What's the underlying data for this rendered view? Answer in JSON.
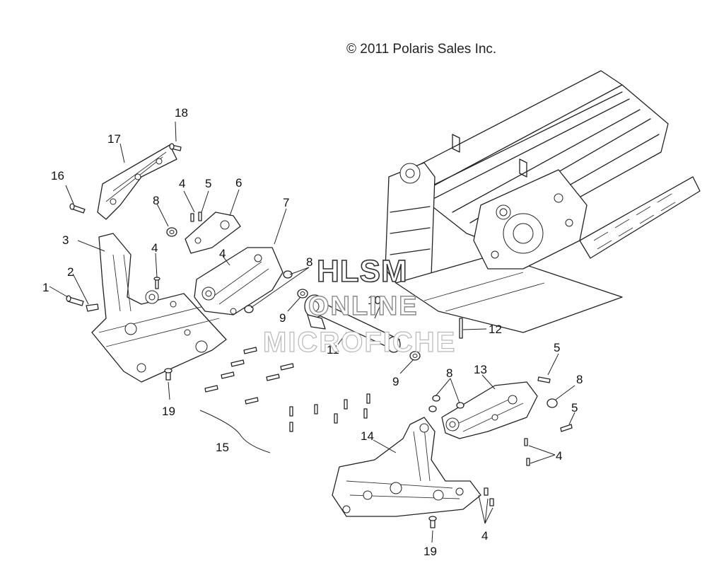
{
  "copyright": "© 2011 Polaris Sales Inc.",
  "watermark": {
    "line1": "HLSM",
    "line2": "ONLINE",
    "line3": "MICROFICHE"
  },
  "callouts": {
    "c1": "1",
    "c2": "2",
    "c3": "3",
    "c4a": "4",
    "c4b": "4",
    "c4c": "4",
    "c4d": "4",
    "c4e": "4",
    "c5a": "5",
    "c5b": "5",
    "c5c": "5",
    "c6": "6",
    "c7": "7",
    "c8a": "8",
    "c8b": "8",
    "c8c": "8",
    "c8d": "8",
    "c9a": "9",
    "c9b": "9",
    "c10": "10",
    "c11": "11",
    "c12": "12",
    "c13": "13",
    "c14": "14",
    "c15": "15",
    "c16": "16",
    "c17": "17",
    "c18": "18",
    "c19a": "19",
    "c19b": "19"
  }
}
